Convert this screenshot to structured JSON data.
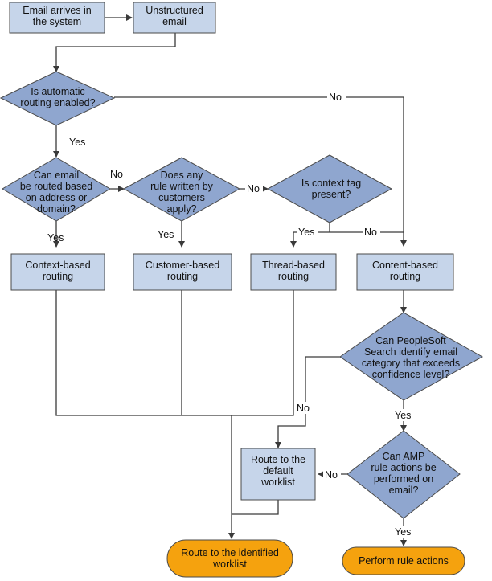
{
  "nodes": {
    "email_arrives": "Email arrives in\nthe system",
    "unstructured": "Unstructured\nemail",
    "auto_routing": "Is automatic\nrouting enabled?",
    "can_email_routed": "Can email\nbe routed based\non address or\ndomain?",
    "does_any_rule": "Does any\nrule written by\ncustomers\napply?",
    "context_tag": "Is context tag\npresent?",
    "context_based": "Context-based\nrouting",
    "customer_based": "Customer-based\nrouting",
    "thread_based": "Thread-based\nrouting",
    "content_based": "Content-based\nrouting",
    "peoplesoft_search": "Can PeopleSoft\nSearch identify email\ncategory that exceeds\nconfidence level?",
    "route_default": "Route to the\ndefault\nworklist",
    "amp_rule": "Can AMP\nrule actions be\nperformed on\nemail?",
    "route_identified": "Route to the identified\nworklist",
    "perform_rule": "Perform rule actions"
  },
  "edge_labels": {
    "auto_no": "No",
    "auto_yes": "Yes",
    "can_email_no": "No",
    "can_email_yes": "Yes",
    "rule_no": "No",
    "rule_yes": "Yes",
    "tag_yes": "Yes",
    "tag_no": "No",
    "search_no": "No",
    "search_yes": "Yes",
    "amp_no": "No",
    "amp_yes": "Yes"
  },
  "colors": {
    "process_box": "#c6d5ea",
    "decision": "#8fa6cf",
    "terminal": "#f5a20e"
  }
}
